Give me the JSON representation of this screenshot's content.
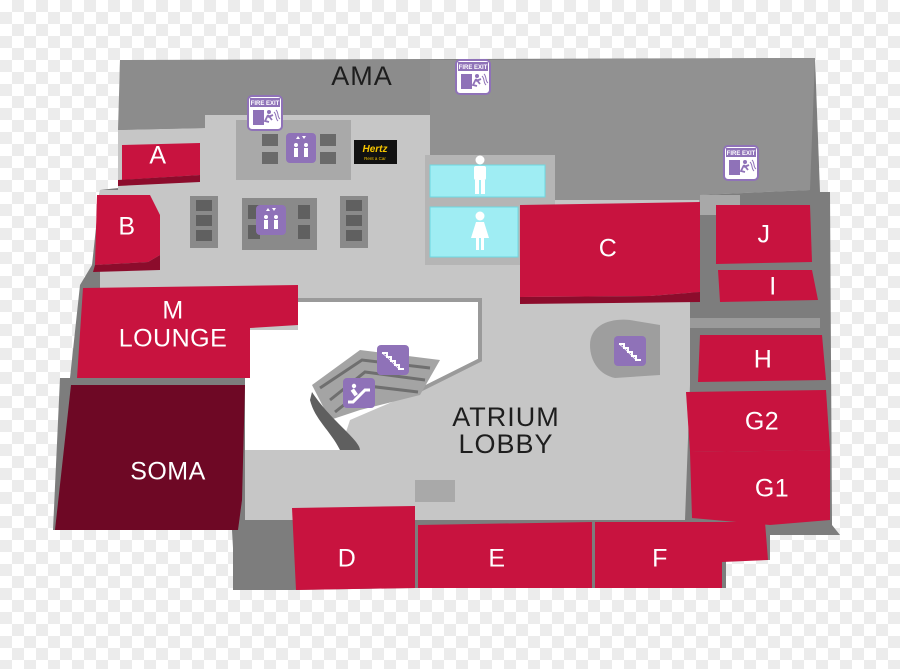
{
  "areas": {
    "ama": "AMA",
    "atrium_line1": "ATRIUM",
    "atrium_line2": "LOBBY",
    "m_lounge_line1": "M",
    "m_lounge_line2": "LOUNGE",
    "soma": "SOMA"
  },
  "units": {
    "a": "A",
    "b": "B",
    "c": "C",
    "d": "D",
    "e": "E",
    "f": "F",
    "g1": "G1",
    "g2": "G2",
    "h": "H",
    "i": "I",
    "j": "J"
  },
  "signs": {
    "fire_exit": "FIRE EXIT",
    "hertz": "Hertz",
    "hertz_sub": "Rent a Car"
  },
  "icons": [
    "fire-exit-icon",
    "elevator-icon",
    "escalator-icon",
    "stairs-icon",
    "mens-restroom-icon",
    "womens-restroom-icon"
  ],
  "colors": {
    "unit": "#c8133f",
    "soma": "#6e0825",
    "floor": "#c8c8c8",
    "wall": "#8e8e8e",
    "restroom": "#9ff0f4",
    "icon_bg": "#8f72b8"
  }
}
